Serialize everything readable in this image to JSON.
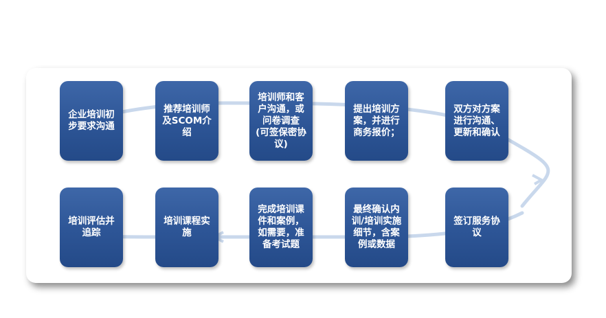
{
  "steps": [
    {
      "id": "s1",
      "label": "企业培训初步要求沟通"
    },
    {
      "id": "s2",
      "label": "推荐培训师及SCOM介绍"
    },
    {
      "id": "s3",
      "label": "培训师和客户沟通，或问卷调查 (可签保密协议)"
    },
    {
      "id": "s4",
      "label": "提出培训方案，并进行商务报价；"
    },
    {
      "id": "s5",
      "label": "双方对方案进行沟通、更新和确认"
    },
    {
      "id": "s6",
      "label": "签订服务协议"
    },
    {
      "id": "s7",
      "label": "最终确认内训/培训实施细节，含案例或数据"
    },
    {
      "id": "s8",
      "label": "完成培训课件和案例，如需要，准备考试题"
    },
    {
      "id": "s9",
      "label": "培训课程实施"
    },
    {
      "id": "s10",
      "label": "培训评估并追踪"
    }
  ],
  "colors": {
    "box": "#2d5596",
    "connector": "#c9d8ec",
    "panel_shadow": "#555555"
  }
}
